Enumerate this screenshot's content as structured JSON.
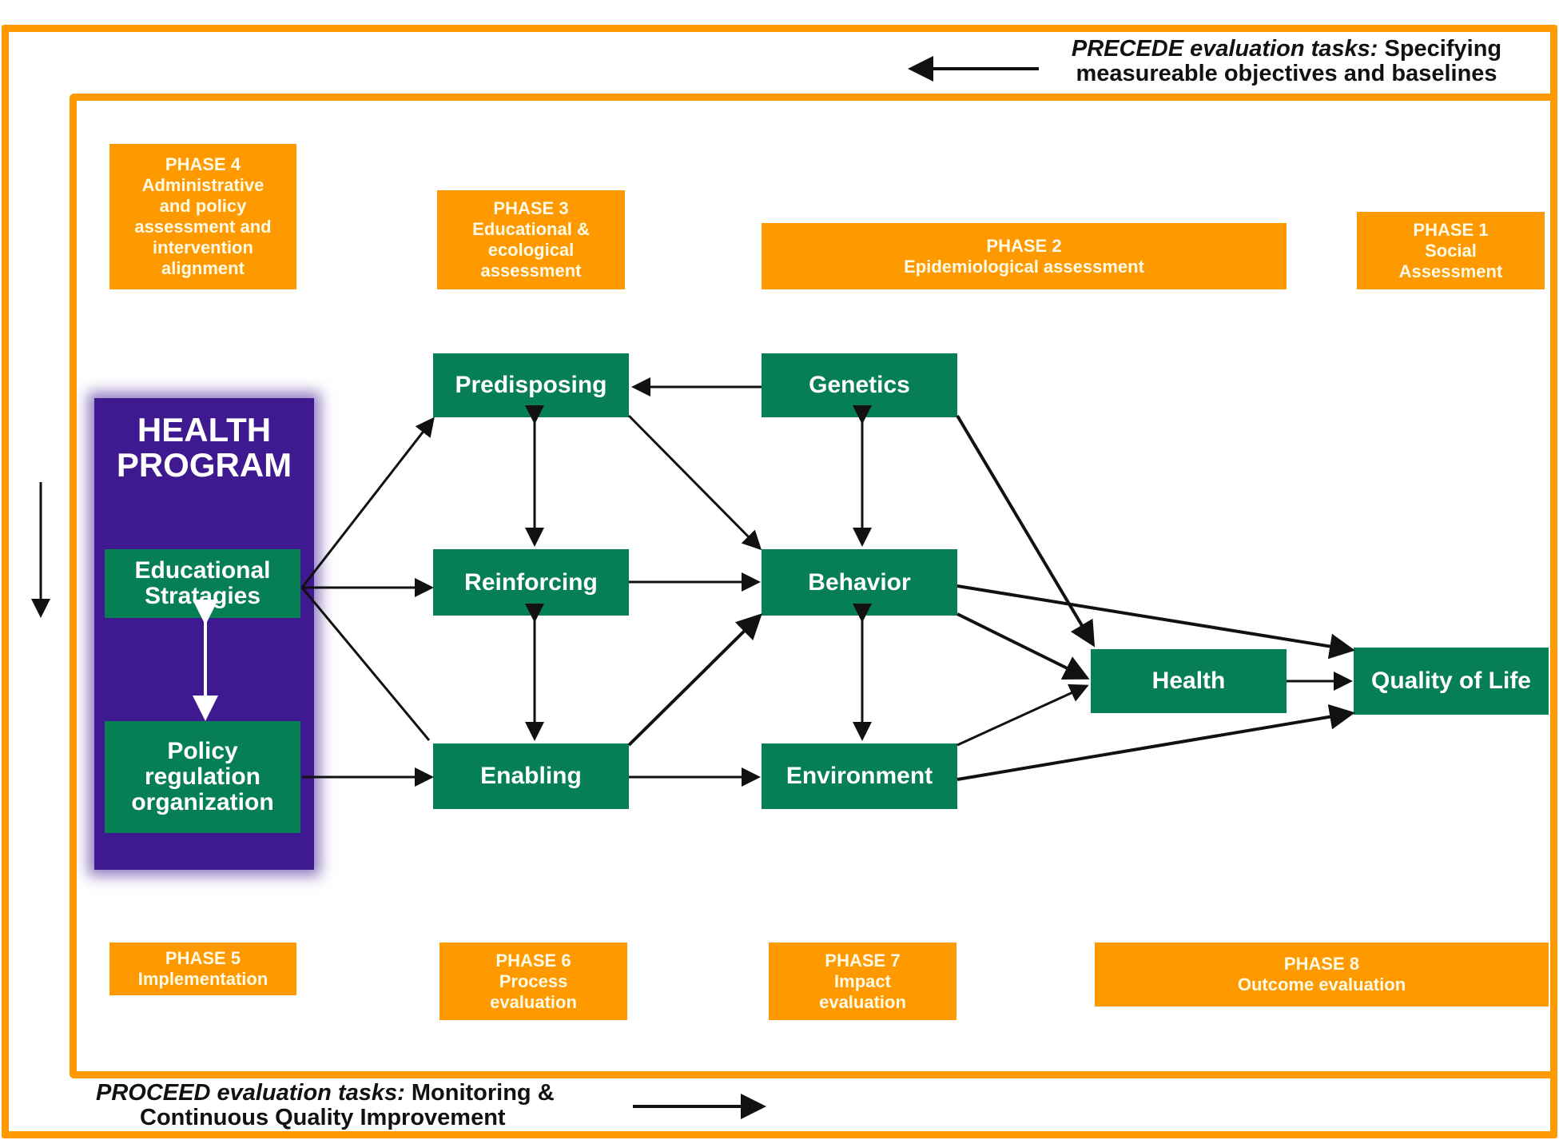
{
  "precede": {
    "label_italic": "PRECEDE evaluation tasks:",
    "label_rest": " Specifying",
    "line2": "measureable objectives and baselines"
  },
  "proceed": {
    "label_italic": "PROCEED evaluation tasks:",
    "label_rest": " Monitoring &",
    "line2": "Continuous Quality Improvement"
  },
  "phases": {
    "p1": {
      "name": "PHASE 1",
      "desc": "Social\nAssessment"
    },
    "p2": {
      "name": "PHASE 2",
      "desc": "Epidemiological assessment"
    },
    "p3": {
      "name": "PHASE 3",
      "desc": "Educational &\necological\nassessment"
    },
    "p4": {
      "name": "PHASE 4",
      "desc": "Administrative\nand policy\nassessment and\nintervention\nalignment"
    },
    "p5": {
      "name": "PHASE 5",
      "desc": "Implementation"
    },
    "p6": {
      "name": "PHASE 6",
      "desc": "Process\nevaluation"
    },
    "p7": {
      "name": "PHASE 7",
      "desc": "Impact\nevaluation"
    },
    "p8": {
      "name": "PHASE 8",
      "desc": "Outcome evaluation"
    }
  },
  "health_program": {
    "title": "HEALTH\nPROGRAM",
    "educational": "Educational\nStratagies",
    "policy": "Policy\nregulation\norganization"
  },
  "nodes": {
    "predisposing": "Predisposing",
    "reinforcing": "Reinforcing",
    "enabling": "Enabling",
    "genetics": "Genetics",
    "behavior": "Behavior",
    "environment": "Environment",
    "health": "Health",
    "quality_of_life": "Quality of Life"
  },
  "colors": {
    "orange": "#ff9900",
    "green": "#077f55",
    "purple": "#3f198f",
    "arrow": "#111111"
  }
}
